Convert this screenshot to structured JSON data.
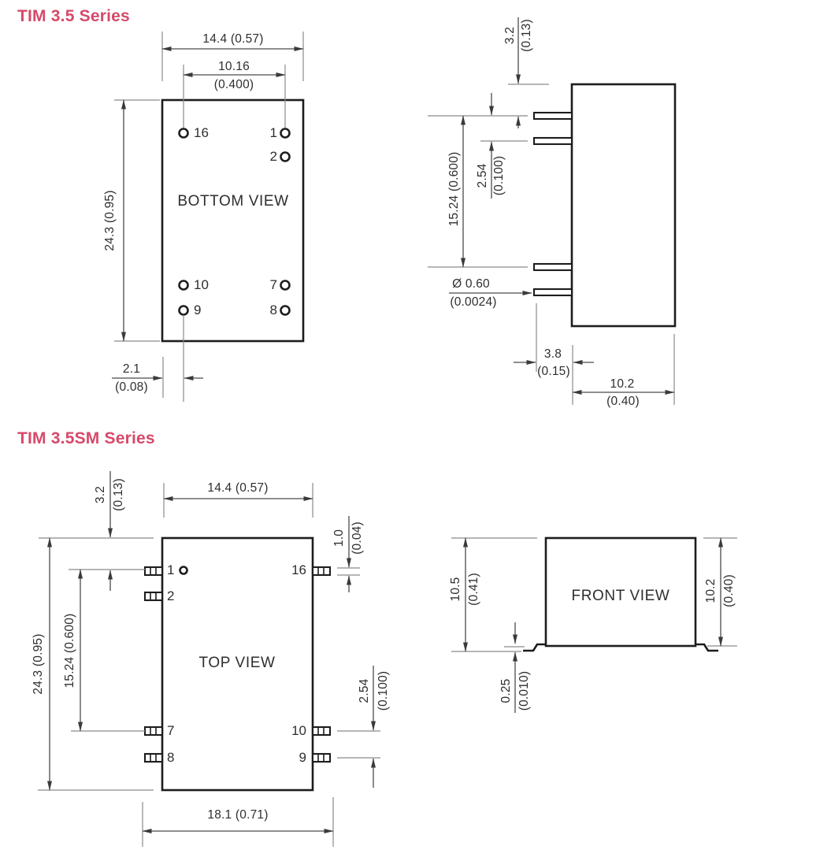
{
  "sections": {
    "s1": {
      "title": "TIM 3.5 Series"
    },
    "s2": {
      "title": "TIM 3.5SM Series"
    }
  },
  "colors": {
    "accent": "#d6496a",
    "line": "#1d1d1d",
    "dim_line": "#4a4a4a"
  },
  "bottom_view": {
    "label": "BOTTOM VIEW",
    "pins": {
      "p16": "16",
      "p1": "1",
      "p2": "2",
      "p10": "10",
      "p9": "9",
      "p7": "7",
      "p8": "8"
    },
    "dims": {
      "width": "14.4 (0.57)",
      "pin_span_mm": "10.16",
      "pin_span_in": "(0.400)",
      "height": "24.3 (0.95)",
      "edge_offset_mm": "2.1",
      "edge_offset_in": "(0.08)"
    }
  },
  "side_view": {
    "dims": {
      "top_to_pin_mm": "3.2",
      "top_to_pin_in": "(0.13)",
      "pin_pitch_mm": "2.54",
      "pin_pitch_in": "(0.100)",
      "row_span": "15.24 (0.600)",
      "pin_dia_mm": "Ø 0.60",
      "pin_dia_in": "(0.0024)",
      "pin_len_mm": "3.8",
      "pin_len_in": "(0.15)",
      "body_depth_mm": "10.2",
      "body_depth_in": "(0.40)"
    }
  },
  "top_view": {
    "label": "TOP VIEW",
    "pins": {
      "p1": "1",
      "p2": "2",
      "p7": "7",
      "p8": "8",
      "p16": "16",
      "p10": "10",
      "p9": "9"
    },
    "dims": {
      "width": "14.4 (0.57)",
      "top_to_pin_mm": "3.2",
      "top_to_pin_in": "(0.13)",
      "pad_thickness_mm": "1.0",
      "pad_thickness_in": "(0.04)",
      "height": "24.3 (0.95)",
      "row_span": "15.24 (0.600)",
      "pin_pitch_mm": "2.54",
      "pin_pitch_in": "(0.100)",
      "overall_width": "18.1 (0.71)"
    }
  },
  "front_view": {
    "label": "FRONT VIEW",
    "dims": {
      "total_height_mm": "10.5",
      "total_height_in": "(0.41)",
      "body_height_mm": "10.2",
      "body_height_in": "(0.40)",
      "standoff_mm": "0.25",
      "standoff_in": "(0.010)"
    }
  }
}
